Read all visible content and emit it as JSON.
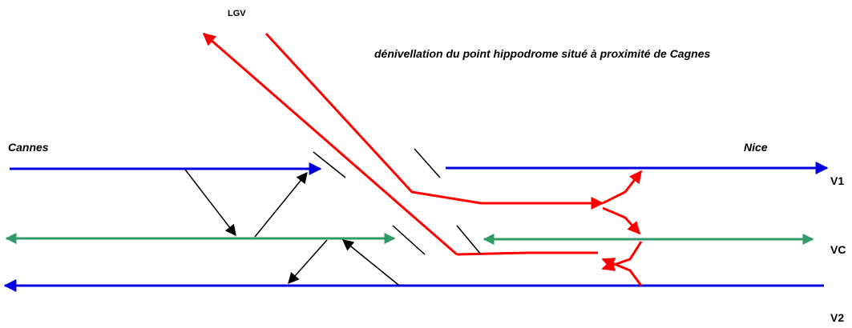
{
  "labels": {
    "lgv": "LGV",
    "caption": "dénivellation du point hippodrome situé à proximité de Cagnes",
    "cannes": "Cannes",
    "nice": "Nice",
    "v1": "V1",
    "vc": "VC",
    "v2": "V2"
  },
  "colors": {
    "v1": "#0000dd",
    "vc": "#339966",
    "v2": "#0000dd",
    "lgv": "#ff0000",
    "connector": "#000000"
  }
}
